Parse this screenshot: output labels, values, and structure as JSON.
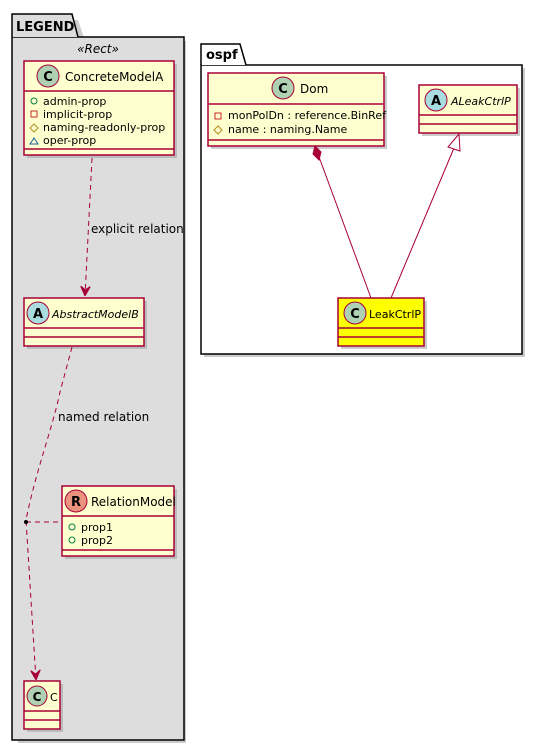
{
  "legend": {
    "package_name": "LEGEND",
    "stereotype": "«Rect»",
    "concrete": {
      "badge": "C",
      "name": "ConcreteModelA",
      "props": [
        {
          "vis": "+",
          "name": "admin-prop"
        },
        {
          "vis": "-",
          "name": "implicit-prop"
        },
        {
          "vis": "#",
          "name": "naming-readonly-prop"
        },
        {
          "vis": "~",
          "name": "oper-prop"
        }
      ]
    },
    "explicit_label": "explicit relation",
    "abstract": {
      "badge": "A",
      "name": "AbstractModelB"
    },
    "named_label": "named relation",
    "relation": {
      "badge": "R",
      "name": "RelationModel",
      "props": [
        {
          "vis": "+",
          "name": "prop1"
        },
        {
          "vis": "+",
          "name": "prop2"
        }
      ]
    },
    "c_class": {
      "badge": "C",
      "name": "C"
    }
  },
  "ospf": {
    "package_name": "ospf",
    "dom": {
      "badge": "C",
      "name": "Dom",
      "props": [
        {
          "vis": "-",
          "name": "monPolDn : reference.BinRef"
        },
        {
          "vis": "#",
          "name": "name : naming.Name"
        }
      ]
    },
    "aleak": {
      "badge": "A",
      "name": "ALeakCtrlP"
    },
    "leak": {
      "badge": "C",
      "name": "LeakCtrlP"
    }
  },
  "colors": {
    "class_fill": "#FEFECE",
    "class_border": "#A80036",
    "badge_class": "#ADD1B2",
    "badge_abstract": "#A9DCDF",
    "badge_relation": "#EB937F",
    "highlight": "#FFFF00",
    "legend_bg": "#DDDDDD",
    "shadow": "#999999"
  }
}
